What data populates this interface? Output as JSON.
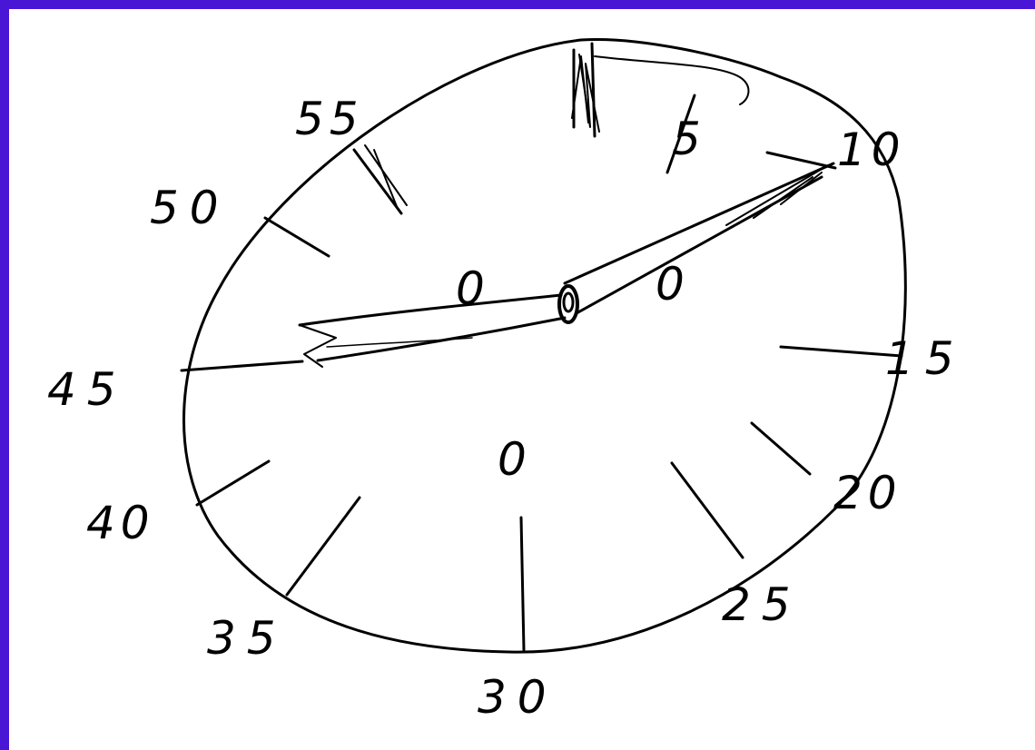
{
  "colors": {
    "frame": "#4a16d6",
    "paper": "#ffffff",
    "ink": "#000000"
  },
  "clock": {
    "minute_labels": [
      "5",
      "10",
      "15",
      "20",
      "25",
      "30",
      "35",
      "40",
      "45",
      "50",
      "55"
    ],
    "twelve_mark": "II",
    "inner_marks": [
      "0",
      "0",
      "0"
    ]
  }
}
